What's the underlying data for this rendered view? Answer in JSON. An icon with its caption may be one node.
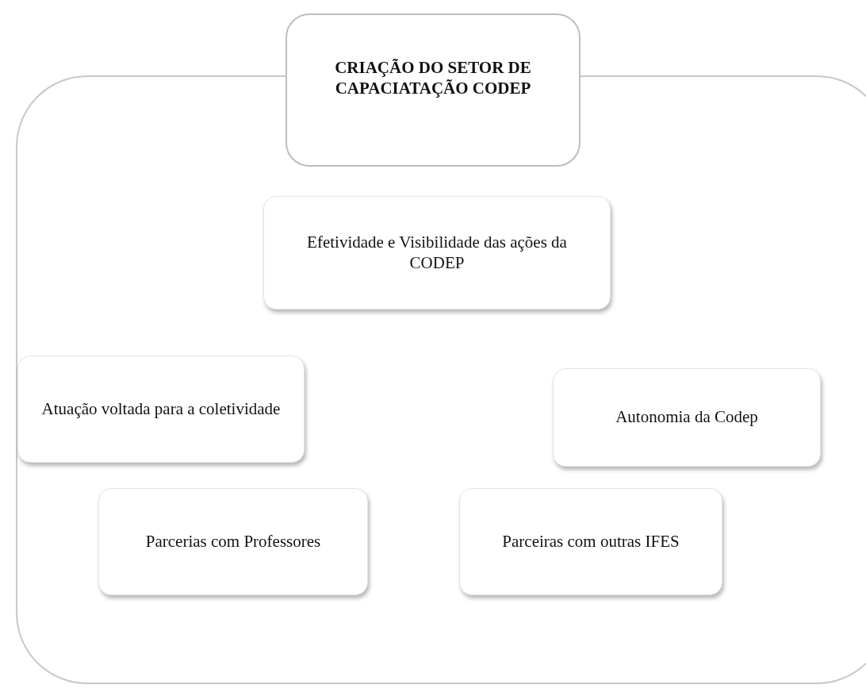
{
  "diagram": {
    "nodes": [
      {
        "text": [],
        "shape": "box"
      },
      {
        "text": [
          "CRIAÇÃO DO SETOR DE CAPACIATAÇÃO CODEP"
        ]
      },
      {
        "text": [
          "Efetividade e Visibilidade das ações da CODEP"
        ],
        "in": 0
      },
      {
        "text": [
          "Atuação voltada para a coletividade"
        ],
        "in": 0
      },
      {
        "text": [
          "Autonomia da Codep"
        ],
        "in": 0
      },
      {
        "text": [
          "Parcerias com Professores"
        ],
        "in": 0
      },
      {
        "text": [
          "Parceiras com outras IFES"
        ],
        "in": 0
      }
    ]
  }
}
